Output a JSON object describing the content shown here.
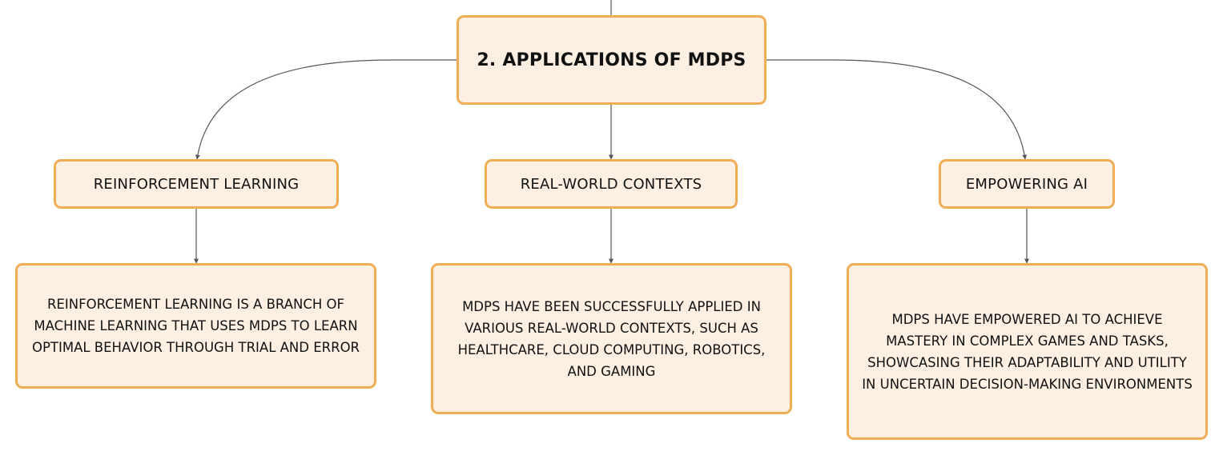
{
  "root": {
    "label": "2. APPLICATIONS OF MDPS"
  },
  "branches": [
    {
      "label": "REINFORCEMENT LEARNING",
      "detail": "REINFORCEMENT LEARNING IS A BRANCH OF MACHINE LEARNING THAT USES MDPS TO LEARN OPTIMAL BEHAVIOR THROUGH TRIAL AND ERROR"
    },
    {
      "label": "REAL-WORLD CONTEXTS",
      "detail": "MDPS HAVE BEEN SUCCESSFULLY APPLIED IN VARIOUS REAL-WORLD CONTEXTS, SUCH AS HEALTHCARE, CLOUD COMPUTING, ROBOTICS, AND GAMING"
    },
    {
      "label": "EMPOWERING AI",
      "detail": "MDPS HAVE EMPOWERED AI TO ACHIEVE MASTERY IN COMPLEX GAMES AND TASKS, SHOWCASING THEIR ADAPTABILITY AND UTILITY IN UNCERTAIN DECISION-MAKING ENVIRONMENTS"
    }
  ],
  "colors": {
    "node_fill": "#fdf0e3",
    "node_border": "#f0ad55",
    "connector": "#555555",
    "text": "#111111"
  }
}
